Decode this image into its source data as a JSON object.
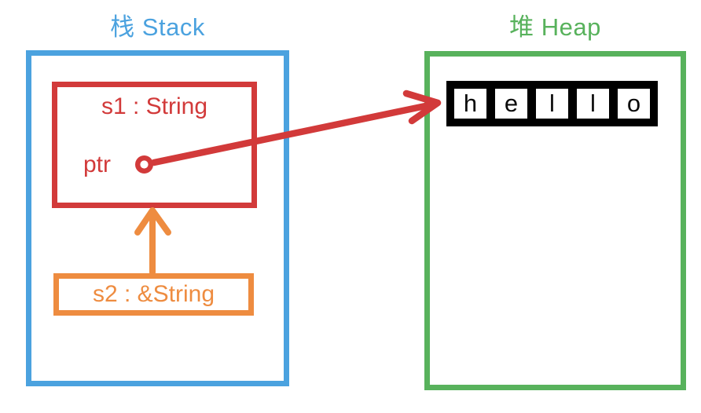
{
  "stack": {
    "title": "栈 Stack",
    "s1_label": "s1 : String",
    "ptr_label": "ptr",
    "s2_label": "s2 : &String"
  },
  "heap": {
    "title": "堆 Heap",
    "cells": [
      "h",
      "e",
      "l",
      "l",
      "o"
    ]
  },
  "colors": {
    "stack_blue": "#4BA2DF",
    "struct_red": "#D23A3A",
    "ref_orange": "#EE8C40",
    "heap_green": "#58B25C",
    "cell_black": "#000000",
    "page_bg": "#FFFFFF"
  }
}
